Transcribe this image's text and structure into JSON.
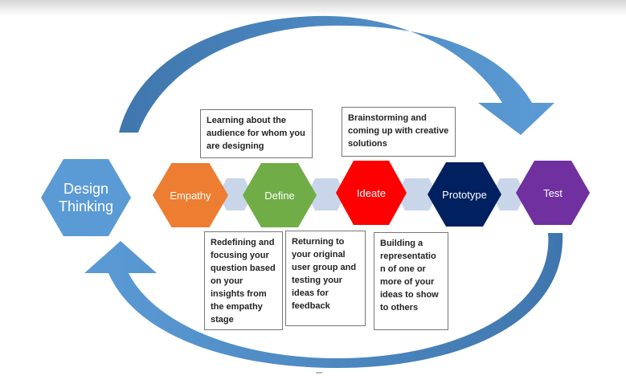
{
  "center": {
    "label": "Design Thinking",
    "color": "#5b9bd5"
  },
  "stages": [
    {
      "label": "Empathy",
      "color": "#ed7d31"
    },
    {
      "label": "Define",
      "color": "#70ad47"
    },
    {
      "label": "Ideate",
      "color": "#ff0000"
    },
    {
      "label": "Prototype",
      "color": "#002060"
    },
    {
      "label": "Test",
      "color": "#7030a0"
    }
  ],
  "connector_color": "#c9d6ea",
  "arrow_color": "#4f8fd0",
  "descriptions": {
    "empathy": "Learning about the audience for whom you are designing",
    "define": "Redefining and focusing your question based on your insights from the empathy stage",
    "ideate": "Brainstorming and coming up with creative solutions",
    "prototype": "Building a representatio n of one or more of your ideas to show to others",
    "test": "Returning to your original user group and testing your ideas for feedback"
  }
}
